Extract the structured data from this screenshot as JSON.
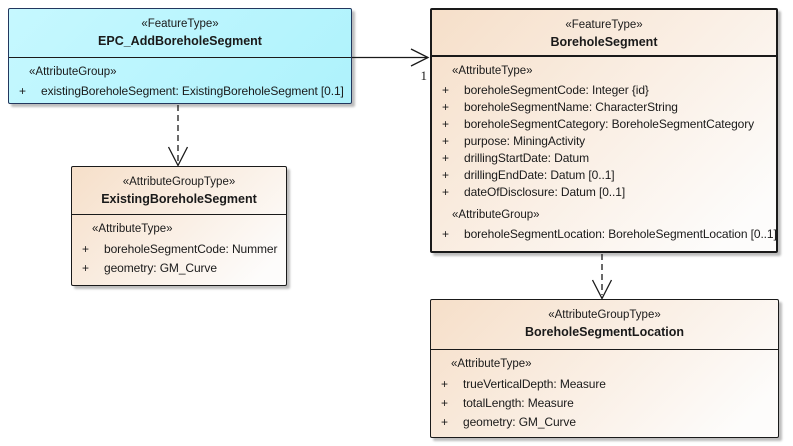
{
  "diagram_type": "uml-class-diagram",
  "colors": {
    "cyan_start": "#c6f8ff",
    "cyan_end": "#aef2fc",
    "tan_start": "#f6dfc9",
    "tan_end": "#fdfcfb",
    "line": "#1a1a1a"
  },
  "box1": {
    "stereotype": "«FeatureType»",
    "name": "EPC_AddBoreholeSegment",
    "group_label": "«AttributeGroup»",
    "rows": [
      {
        "vis": "+",
        "text": "existingBoreholeSegment: ExistingBoreholeSegment [0.1]"
      }
    ]
  },
  "box2": {
    "stereotype": "«FeatureType»",
    "name": "BoreholeSegment",
    "attr_label": "«AttributeType»",
    "attr_rows": [
      {
        "vis": "+",
        "text": "boreholeSegmentCode: Integer {id}"
      },
      {
        "vis": "+",
        "text": "boreholeSegmentName: CharacterString"
      },
      {
        "vis": "+",
        "text": "boreholeSegmentCategory: BoreholeSegmentCategory"
      },
      {
        "vis": "+",
        "text": "purpose: MiningActivity"
      },
      {
        "vis": "+",
        "text": "drillingStartDate: Datum"
      },
      {
        "vis": "+",
        "text": "drillingEndDate: Datum [0..1]"
      },
      {
        "vis": "+",
        "text": "dateOfDisclosure: Datum [0..1]"
      }
    ],
    "group_label": "«AttributeGroup»",
    "group_rows": [
      {
        "vis": "+",
        "text": "boreholeSegmentLocation: BoreholeSegmentLocation [0..1]"
      }
    ]
  },
  "box3": {
    "stereotype": "«AttributeGroupType»",
    "name": "ExistingBoreholeSegment",
    "attr_label": "«AttributeType»",
    "attr_rows": [
      {
        "vis": "+",
        "text": "boreholeSegmentCode: Nummer"
      },
      {
        "vis": "+",
        "text": "geometry: GM_Curve"
      }
    ]
  },
  "box4": {
    "stereotype": "«AttributeGroupType»",
    "name": "BoreholeSegmentLocation",
    "attr_label": "«AttributeType»",
    "attr_rows": [
      {
        "vis": "+",
        "text": "trueVerticalDepth: Measure"
      },
      {
        "vis": "+",
        "text": "totalLength: Measure"
      },
      {
        "vis": "+",
        "text": "geometry: GM_Curve"
      }
    ]
  },
  "connectors": [
    {
      "type": "association",
      "from": "EPC_AddBoreholeSegment",
      "to": "BoreholeSegment",
      "style": "solid-open-arrow",
      "target_multiplicity": "1"
    },
    {
      "type": "dependency",
      "from": "EPC_AddBoreholeSegment",
      "to": "ExistingBoreholeSegment",
      "style": "dashed-open-arrow"
    },
    {
      "type": "dependency",
      "from": "BoreholeSegment",
      "to": "BoreholeSegmentLocation",
      "style": "dashed-open-arrow"
    }
  ]
}
